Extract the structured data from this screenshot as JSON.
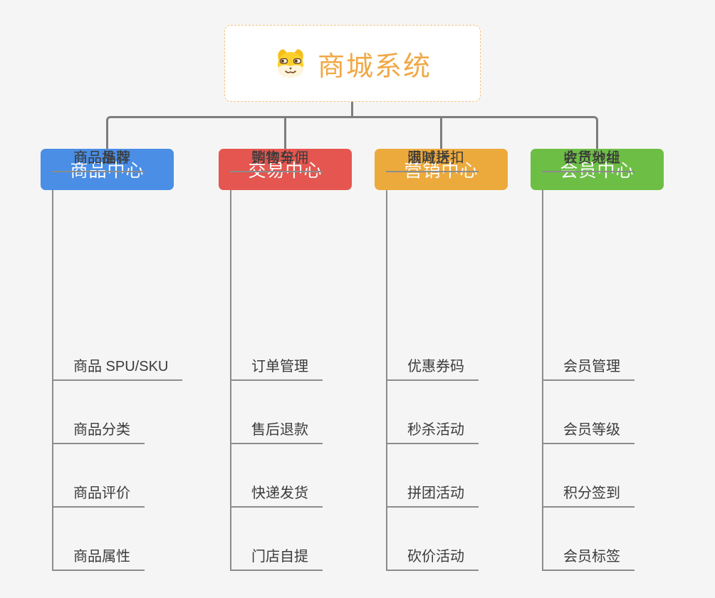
{
  "page": {
    "background_color": "#f5f5f5",
    "connector_color": "#7d7d7d",
    "underline_color": "#8c8c8c",
    "item_text_color": "#3b3b3b"
  },
  "root": {
    "title": "商城系统",
    "title_color": "#f0a845",
    "border_color": "#f2c57f",
    "icon": "dog-icon"
  },
  "branches": [
    {
      "id": "product-center",
      "label": "商品中心",
      "color": "#4a8ee6",
      "items": [
        "商品 SPU/SKU",
        "商品分类",
        "商品评价",
        "商品属性",
        "商品推荐",
        "商品品牌"
      ]
    },
    {
      "id": "trade-center",
      "label": "交易中心",
      "color": "#e4564f",
      "items": [
        "订单管理",
        "售后退款",
        "快递发货",
        "门店自提",
        "购物车",
        "销售分佣"
      ]
    },
    {
      "id": "marketing-center",
      "label": "营销中心",
      "color": "#edaa3c",
      "items": [
        "优惠券码",
        "秒杀活动",
        "拼团活动",
        "砍价活动",
        "限时折扣",
        "满减送"
      ]
    },
    {
      "id": "member-center",
      "label": "会员中心",
      "color": "#6dbe45",
      "items": [
        "会员管理",
        "会员等级",
        "积分签到",
        "会员标签",
        "会员分组",
        "收货地址"
      ]
    }
  ]
}
